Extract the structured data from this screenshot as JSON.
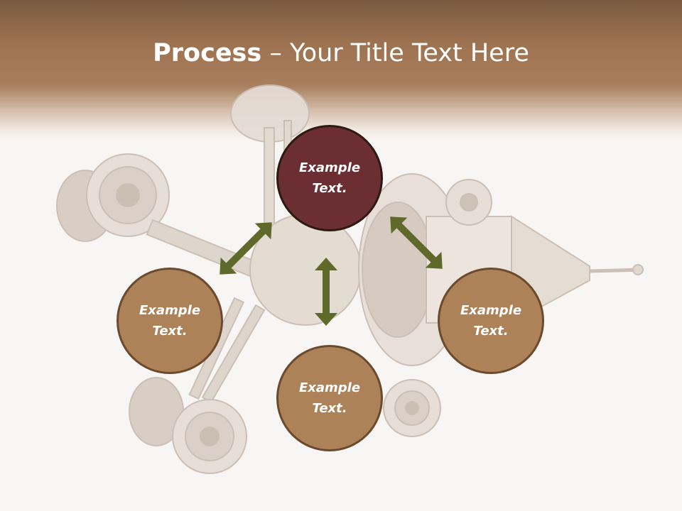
{
  "slide": {
    "title_bold": "Process",
    "title_rest": " – Your Title Text Here"
  },
  "process": {
    "nodes": [
      {
        "id": "top",
        "text": "Example\nText.",
        "color": "#6b2e32"
      },
      {
        "id": "left",
        "text": "Example\nText.",
        "color": "#ad8259"
      },
      {
        "id": "right",
        "text": "Example\nText.",
        "color": "#ad8259"
      },
      {
        "id": "bottom",
        "text": "Example\nText.",
        "color": "#ad8259"
      }
    ],
    "arrow_color": "#5f6a2a"
  },
  "colors": {
    "header": "#a87e5c",
    "background": "#f8f6f4",
    "machine": "#d9cfc6"
  }
}
